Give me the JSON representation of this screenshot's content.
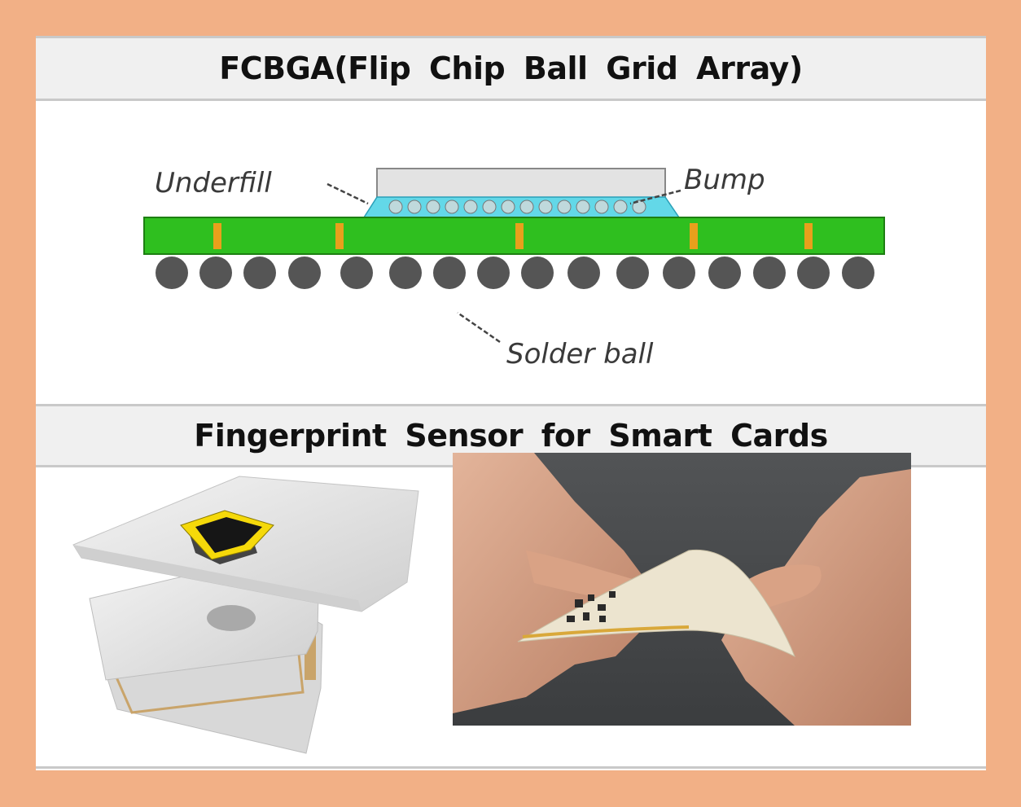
{
  "sections": [
    {
      "title": "FCBGA(Flip Chip Ball Grid Array)",
      "labels": {
        "underfill": "Underfill",
        "bump": "Bump",
        "solder_ball": "Solder ball"
      }
    },
    {
      "title": "Fingerprint Sensor for Smart Cards"
    }
  ],
  "colors": {
    "frame": "#f2b086",
    "substrate": "#2fbf1f",
    "via": "#e8a01c",
    "underfill": "#63d8e8",
    "sensor_bezel": "#f5d90a",
    "solder_ball": "#555555"
  },
  "icons": {
    "layers_image": "smart-card-layers-illustration",
    "photo": "hands-bending-card-photo"
  }
}
